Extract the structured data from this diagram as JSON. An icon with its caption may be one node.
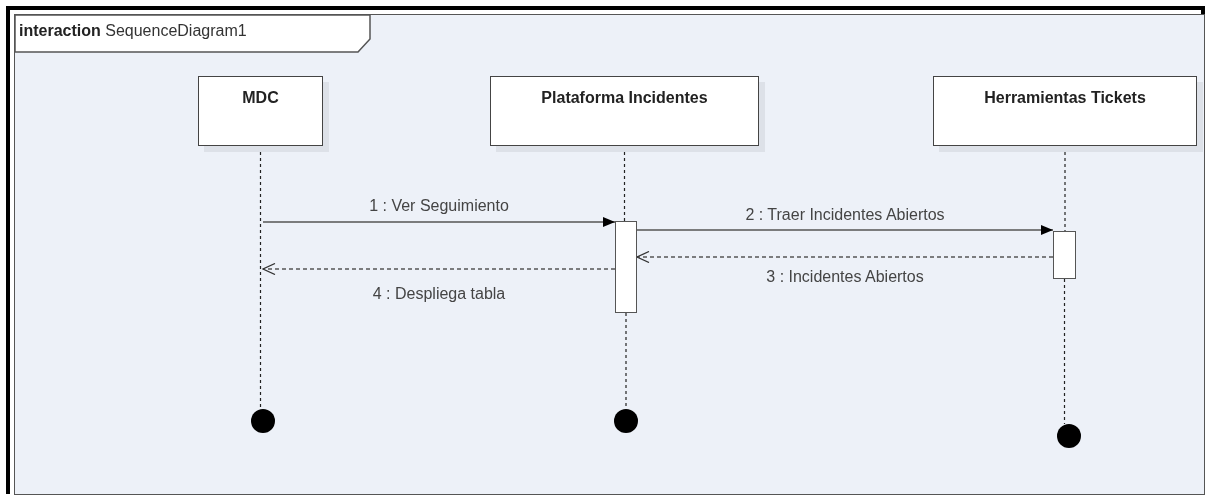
{
  "diagram": {
    "nodes": [
      {
        "text": [
          "**interaction** SequenceDiagram1"
        ]
      },
      {
        "text": [
          "MDC"
        ],
        "in": 0
      },
      {
        "text": [
          "Plataforma Incidentes"
        ],
        "in": 0
      },
      {
        "text": [
          "Herramientas Tickets"
        ],
        "in": 0
      },
      {
        "text": [],
        "shape": "bar",
        "in": 0
      },
      {
        "text": [],
        "shape": "bar",
        "in": 0
      },
      {
        "text": [],
        "shape": "circle",
        "in": 0
      },
      {
        "text": [],
        "shape": "circle",
        "in": 0
      },
      {
        "text": [],
        "shape": "circle",
        "in": 0
      }
    ],
    "edges": [
      {
        "from": 1,
        "to": 6,
        "arrow": "none",
        "style": "dashed"
      },
      {
        "from": 2,
        "to": 4,
        "arrow": "none",
        "style": "dashed"
      },
      {
        "from": 4,
        "to": 7,
        "arrow": "none",
        "style": "dashed"
      },
      {
        "from": 3,
        "to": 5,
        "arrow": "none",
        "style": "dashed"
      },
      {
        "from": 5,
        "to": 8,
        "arrow": "none",
        "style": "dashed"
      },
      {
        "from": null,
        "to": 4,
        "arrow": "to",
        "label": "1 : Ver Seguimiento"
      },
      {
        "from": 4,
        "to": 5,
        "arrow": "to",
        "label": "2 : Traer Incidentes Abiertos"
      },
      {
        "from": 5,
        "to": 4,
        "arrow": "to",
        "label": "3 : Incidentes Abiertos",
        "style": "dashed"
      },
      {
        "from": 4,
        "to": null,
        "arrow": "to",
        "label": "4 : Despliega tabla",
        "style": "dashed"
      }
    ]
  }
}
